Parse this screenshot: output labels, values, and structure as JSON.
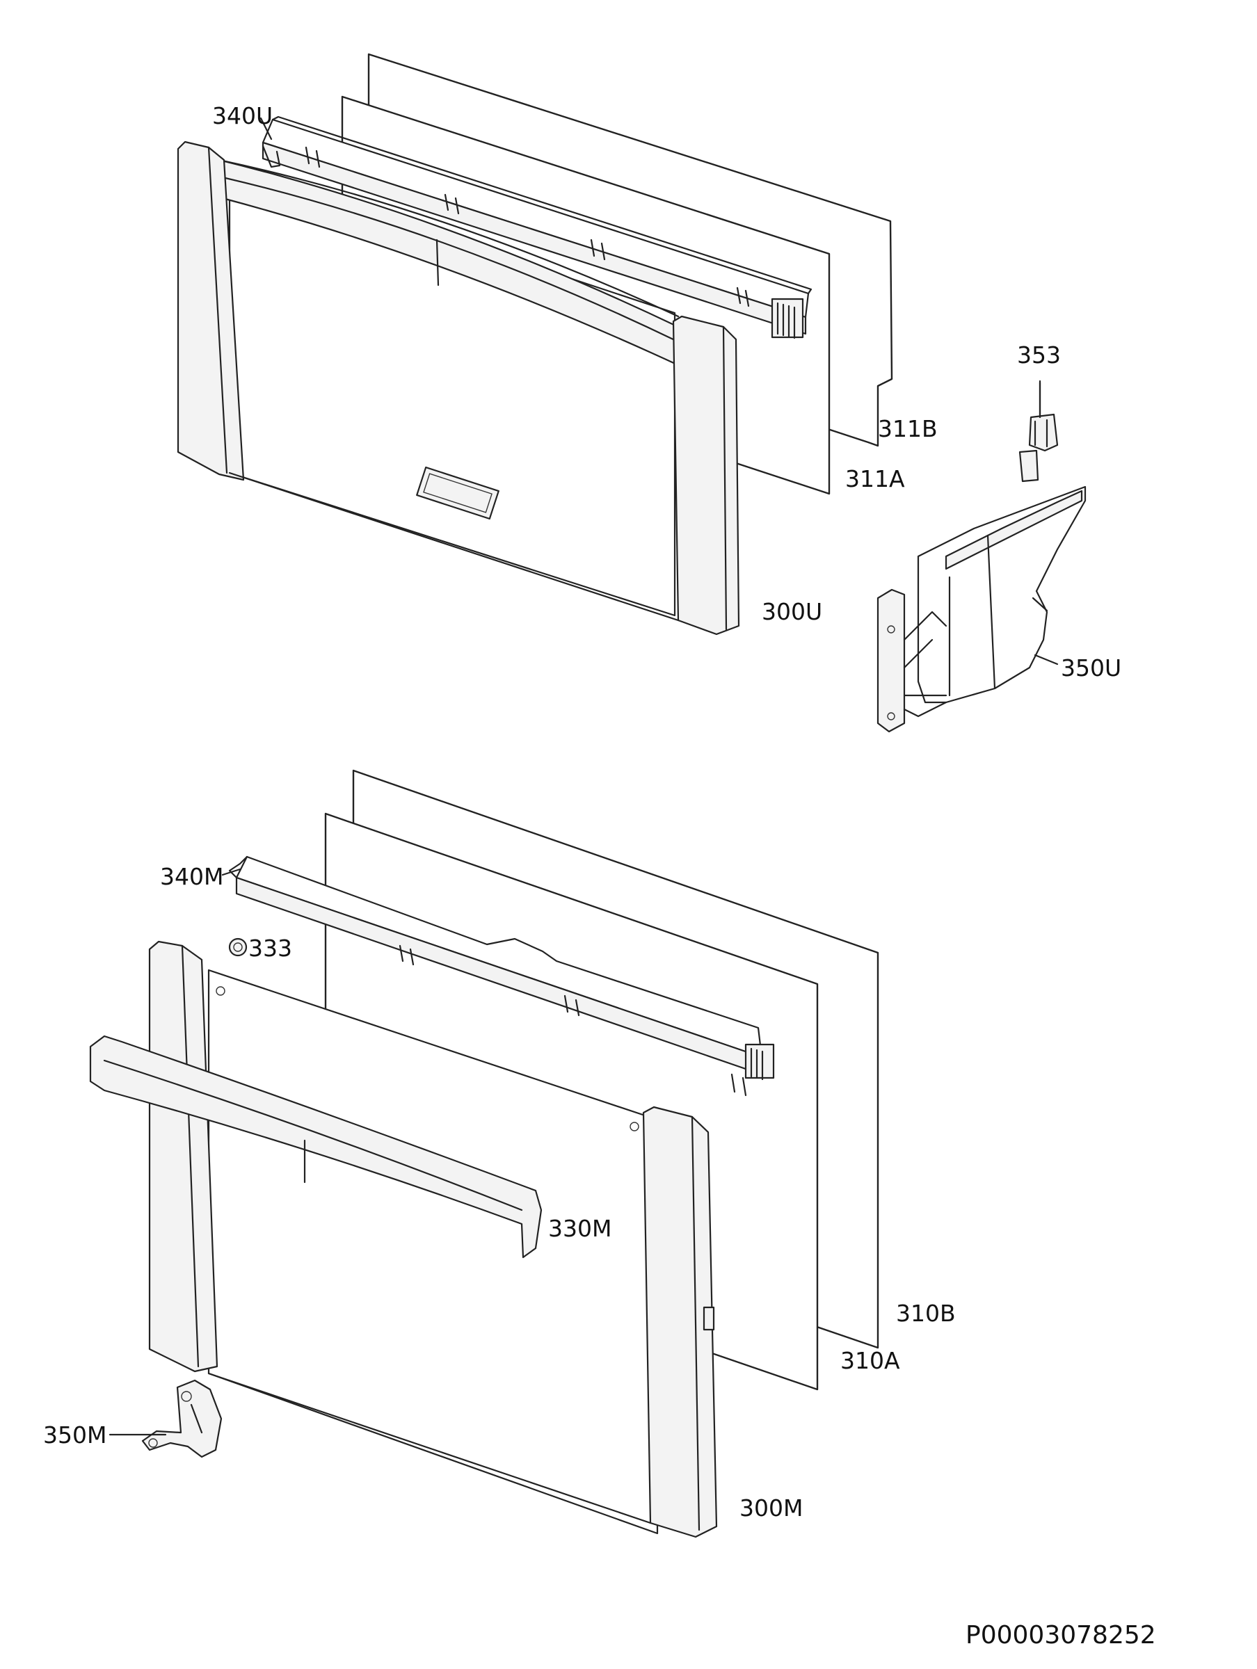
{
  "diagram": {
    "labels": {
      "l340U": "340U",
      "l311B": "311B",
      "l311A": "311A",
      "l353": "353",
      "l300U": "300U",
      "l350U": "350U",
      "l340M": "340M",
      "l333": "333",
      "l330M": "330M",
      "l310B": "310B",
      "l310A": "310A",
      "l350M": "350M",
      "l300M": "300M"
    },
    "drawing_code": "P00003078252"
  }
}
